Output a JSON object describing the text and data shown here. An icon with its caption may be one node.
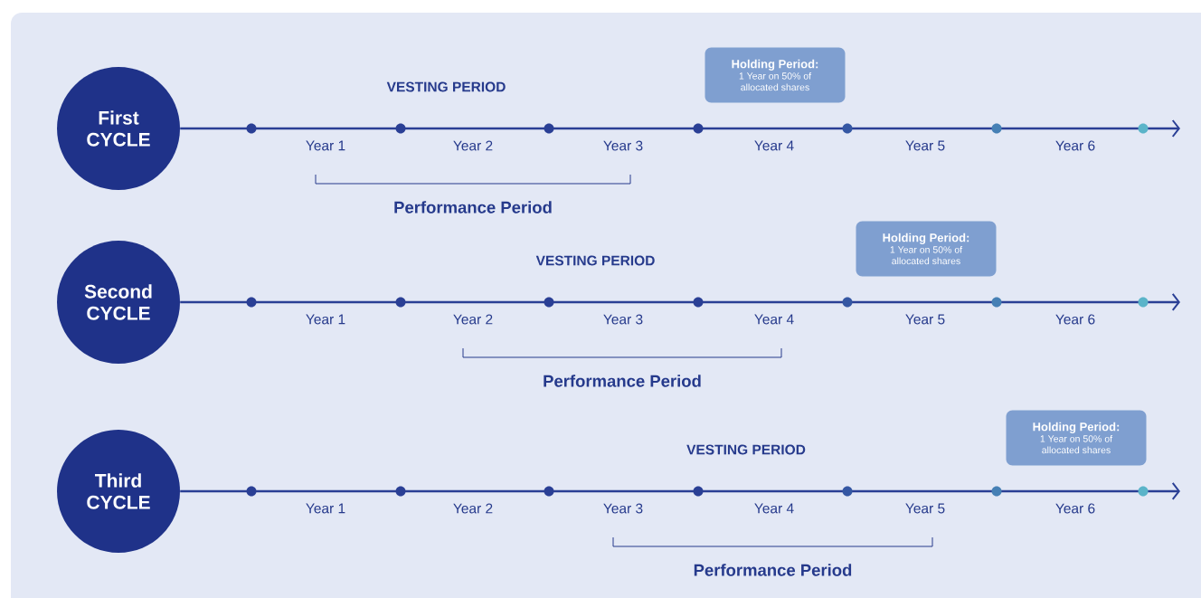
{
  "diagram": {
    "nodes": [
      {
        "text": [
          "First CYCLE"
        ]
      },
      {
        "text": [
          "Holding Period:",
          "1 Year on 50% of allocated shares"
        ]
      },
      {
        "text": [
          "Second CYCLE"
        ]
      },
      {
        "text": [
          "Holding Period:",
          "1 Year on 50% of allocated shares"
        ]
      },
      {
        "text": [
          "Third CYCLE"
        ]
      },
      {
        "text": [
          "Holding Period:",
          "1 Year on 50% of allocated shares"
        ]
      }
    ],
    "edges": [
      {
        "from": 0,
        "to": null,
        "arrow": "to"
      },
      {
        "from": 2,
        "to": null,
        "arrow": "to"
      },
      {
        "from": 4,
        "to": null,
        "arrow": "to"
      }
    ],
    "labels": [
      "VESTING PERIOD",
      "Year 1",
      "Year 2",
      "Year 3",
      "Year 4",
      "Year 5",
      "Year 6",
      "Performance Period",
      "VESTING PERIOD",
      "Year 1",
      "Year 2",
      "Year 3",
      "Year 4",
      "Year 5",
      "Year 6",
      "Performance Period",
      "VESTING PERIOD",
      "Year 1",
      "Year 2",
      "Year 3",
      "Year 4",
      "Year 5",
      "Year 6",
      "Performance Period"
    ]
  }
}
